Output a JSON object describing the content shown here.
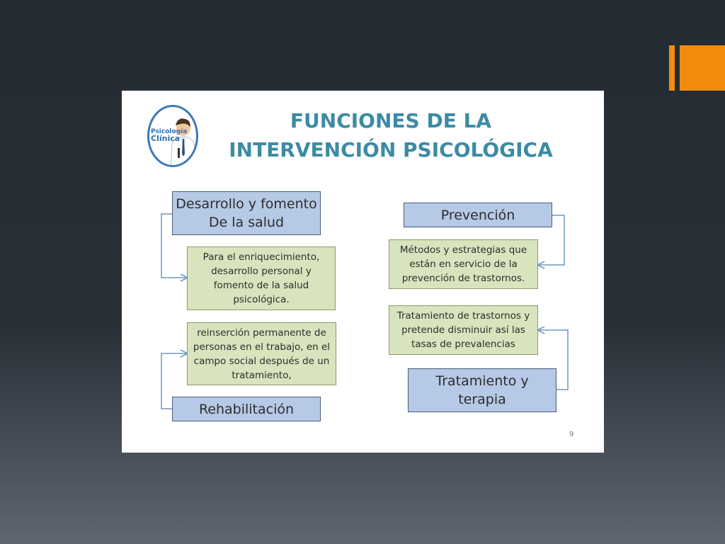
{
  "slide": {
    "title_line1": "FUNCIONES DE LA",
    "title_line2": "INTERVENCIÓN PSICOLÓGICA",
    "logo": {
      "line1": "Psicología",
      "line2": "Clínica"
    },
    "page_number": "9"
  },
  "diagram": {
    "left": {
      "desarrollo": {
        "line1": "Desarrollo y fomento",
        "line2": "De la salud"
      },
      "desarrollo_desc": [
        "Para el enriquecimiento,",
        "desarrollo personal y",
        "fomento de la salud",
        "psicológica."
      ],
      "rehabilitacion_desc": [
        "reinserción permanente de",
        "personas en el trabajo, en el",
        "campo social después de un",
        "tratamiento,"
      ],
      "rehabilitacion": "Rehabilitación"
    },
    "right": {
      "prevencion": "Prevención",
      "prevencion_desc": [
        "Métodos y estrategias que",
        "están en servicio de la",
        "prevención de trastornos."
      ],
      "tratamiento_desc": [
        "Tratamiento de trastornos y",
        "pretende disminuir así las",
        "tasas de prevalencias"
      ],
      "tratamiento": {
        "line1": "Tratamiento y",
        "line2": "terapia"
      }
    }
  },
  "colors": {
    "background": "#252b33",
    "accent": "#f28c0f",
    "title": "#3c8ba4",
    "category_box": "#b6c9e6",
    "description_box": "#d7e4bd",
    "connector": "#6f95c4"
  }
}
